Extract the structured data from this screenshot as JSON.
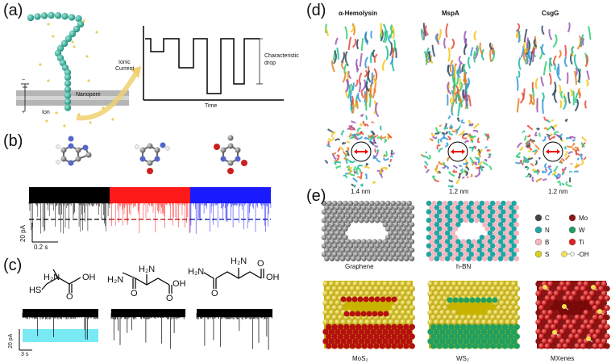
{
  "panels": {
    "a": {
      "label": "(a)",
      "y_label_line1": "Ionic",
      "y_label_line2": "Current",
      "x_label": "Time",
      "annotation_line1": "Characteristic",
      "annotation_line2": "drop",
      "nanopore_label": "Nanopore",
      "ion_label": "Ion",
      "minus": "−",
      "plus": "+"
    },
    "b": {
      "label": "(b)",
      "scale_y": "20 pA",
      "scale_x": "0.2 s",
      "trace_colors": [
        "#000000",
        "#ff1a1a",
        "#1a1aff"
      ]
    },
    "c": {
      "label": "(c)",
      "scale_y": "20 pA",
      "scale_x": "3 s",
      "mol1": {
        "nh2": "H₂N",
        "oh": "OH",
        "hs": "HS",
        "o": "O"
      },
      "mol2": {
        "nh2_top": "H₂N",
        "nh2_left": "H₂N",
        "oh": "OH",
        "o1": "O",
        "o2": "O"
      },
      "mol3": {
        "nh2_top": "H₂N",
        "nh2_left": "H₂N",
        "oh": "OH",
        "o1": "O",
        "o2": "O"
      }
    },
    "d": {
      "label": "(d)",
      "titles": [
        "α-Hemolysin",
        "MspA",
        "CsgG"
      ],
      "sizes": [
        "1.4 nm",
        "1.2 nm",
        "1.2 nm"
      ]
    },
    "e": {
      "label": "(e)",
      "materials": [
        "Graphene",
        "h-BN",
        "MoS₂",
        "WS₂",
        "MXenes"
      ],
      "legend": [
        {
          "symbol": "C",
          "color": "#444444"
        },
        {
          "symbol": "N",
          "color": "#1fa6a6"
        },
        {
          "symbol": "B",
          "color": "#f4b7c0"
        },
        {
          "symbol": "S",
          "color": "#d8d020"
        },
        {
          "symbol": "Mo",
          "color": "#8a1515"
        },
        {
          "symbol": "W",
          "color": "#20a060"
        },
        {
          "symbol": "Ti",
          "color": "#e02020"
        }
      ],
      "oh_label": "-OH"
    }
  }
}
